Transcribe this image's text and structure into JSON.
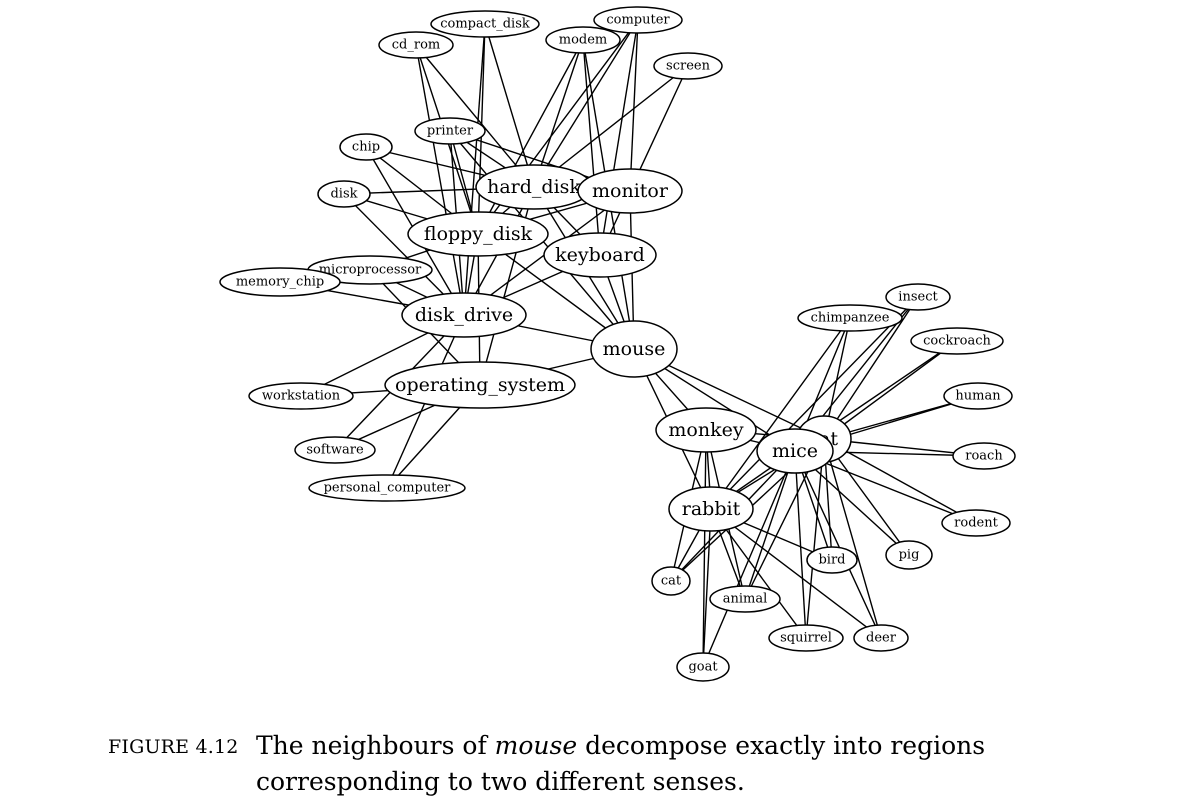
{
  "diagram": {
    "nodes": [
      {
        "id": "compact_disk",
        "label": "compact_disk",
        "size": "small"
      },
      {
        "id": "computer",
        "label": "computer",
        "size": "small"
      },
      {
        "id": "cd_rom",
        "label": "cd_rom",
        "size": "small"
      },
      {
        "id": "modem",
        "label": "modem",
        "size": "small"
      },
      {
        "id": "screen",
        "label": "screen",
        "size": "small"
      },
      {
        "id": "printer",
        "label": "printer",
        "size": "small"
      },
      {
        "id": "chip",
        "label": "chip",
        "size": "small"
      },
      {
        "id": "hard_disk",
        "label": "hard_disk",
        "size": "large"
      },
      {
        "id": "monitor",
        "label": "monitor",
        "size": "large"
      },
      {
        "id": "disk",
        "label": "disk",
        "size": "small"
      },
      {
        "id": "floppy_disk",
        "label": "floppy_disk",
        "size": "large"
      },
      {
        "id": "keyboard",
        "label": "keyboard",
        "size": "large"
      },
      {
        "id": "microprocessor",
        "label": "microprocessor",
        "size": "small"
      },
      {
        "id": "memory_chip",
        "label": "memory_chip",
        "size": "small"
      },
      {
        "id": "disk_drive",
        "label": "disk_drive",
        "size": "large"
      },
      {
        "id": "mouse",
        "label": "mouse",
        "size": "large"
      },
      {
        "id": "operating_system",
        "label": "operating_system",
        "size": "large"
      },
      {
        "id": "workstation",
        "label": "workstation",
        "size": "small"
      },
      {
        "id": "software",
        "label": "software",
        "size": "small"
      },
      {
        "id": "personal_computer",
        "label": "personal_computer",
        "size": "small"
      },
      {
        "id": "insect",
        "label": "insect",
        "size": "small"
      },
      {
        "id": "chimpanzee",
        "label": "chimpanzee",
        "size": "small"
      },
      {
        "id": "cockroach",
        "label": "cockroach",
        "size": "small"
      },
      {
        "id": "human",
        "label": "human",
        "size": "small"
      },
      {
        "id": "monkey",
        "label": "monkey",
        "size": "large"
      },
      {
        "id": "rat",
        "label": "rat",
        "size": "large"
      },
      {
        "id": "mice",
        "label": "mice",
        "size": "large"
      },
      {
        "id": "roach",
        "label": "roach",
        "size": "small"
      },
      {
        "id": "rabbit",
        "label": "rabbit",
        "size": "large"
      },
      {
        "id": "rodent",
        "label": "rodent",
        "size": "small"
      },
      {
        "id": "pig",
        "label": "pig",
        "size": "small"
      },
      {
        "id": "bird",
        "label": "bird",
        "size": "small"
      },
      {
        "id": "cat",
        "label": "cat",
        "size": "small"
      },
      {
        "id": "animal",
        "label": "animal",
        "size": "small"
      },
      {
        "id": "squirrel",
        "label": "squirrel",
        "size": "small"
      },
      {
        "id": "deer",
        "label": "deer",
        "size": "small"
      },
      {
        "id": "goat",
        "label": "goat",
        "size": "small"
      }
    ],
    "edges": [
      [
        "mouse",
        "disk_drive"
      ],
      [
        "mouse",
        "operating_system"
      ],
      [
        "mouse",
        "keyboard"
      ],
      [
        "mouse",
        "monitor"
      ],
      [
        "mouse",
        "hard_disk"
      ],
      [
        "mouse",
        "floppy_disk"
      ],
      [
        "mouse",
        "printer"
      ],
      [
        "mouse",
        "modem"
      ],
      [
        "mouse",
        "monkey"
      ],
      [
        "mouse",
        "rat"
      ],
      [
        "mouse",
        "mice"
      ],
      [
        "mouse",
        "rabbit"
      ],
      [
        "cd_rom",
        "hard_disk"
      ],
      [
        "cd_rom",
        "floppy_disk"
      ],
      [
        "cd_rom",
        "disk_drive"
      ],
      [
        "compact_disk",
        "hard_disk"
      ],
      [
        "compact_disk",
        "disk_drive"
      ],
      [
        "compact_disk",
        "floppy_disk"
      ],
      [
        "modem",
        "hard_disk"
      ],
      [
        "modem",
        "keyboard"
      ],
      [
        "modem",
        "floppy_disk"
      ],
      [
        "computer",
        "hard_disk"
      ],
      [
        "computer",
        "keyboard"
      ],
      [
        "computer",
        "monitor"
      ],
      [
        "computer",
        "floppy_disk"
      ],
      [
        "screen",
        "monitor"
      ],
      [
        "screen",
        "hard_disk"
      ],
      [
        "printer",
        "hard_disk"
      ],
      [
        "printer",
        "monitor"
      ],
      [
        "printer",
        "disk_drive"
      ],
      [
        "printer",
        "floppy_disk"
      ],
      [
        "chip",
        "hard_disk"
      ],
      [
        "chip",
        "disk_drive"
      ],
      [
        "chip",
        "floppy_disk"
      ],
      [
        "disk",
        "hard_disk"
      ],
      [
        "disk",
        "disk_drive"
      ],
      [
        "disk",
        "floppy_disk"
      ],
      [
        "hard_disk",
        "floppy_disk"
      ],
      [
        "hard_disk",
        "disk_drive"
      ],
      [
        "hard_disk",
        "operating_system"
      ],
      [
        "hard_disk",
        "keyboard"
      ],
      [
        "monitor",
        "floppy_disk"
      ],
      [
        "monitor",
        "keyboard"
      ],
      [
        "monitor",
        "disk_drive"
      ],
      [
        "floppy_disk",
        "disk_drive"
      ],
      [
        "floppy_disk",
        "microprocessor"
      ],
      [
        "floppy_disk",
        "operating_system"
      ],
      [
        "keyboard",
        "disk_drive"
      ],
      [
        "microprocessor",
        "memory_chip"
      ],
      [
        "microprocessor",
        "disk_drive"
      ],
      [
        "microprocessor",
        "operating_system"
      ],
      [
        "memory_chip",
        "disk_drive"
      ],
      [
        "disk_drive",
        "workstation"
      ],
      [
        "disk_drive",
        "software"
      ],
      [
        "disk_drive",
        "personal_computer"
      ],
      [
        "operating_system",
        "software"
      ],
      [
        "operating_system",
        "personal_computer"
      ],
      [
        "operating_system",
        "workstation"
      ],
      [
        "monkey",
        "mice"
      ],
      [
        "monkey",
        "rat"
      ],
      [
        "monkey",
        "rabbit"
      ],
      [
        "monkey",
        "cat"
      ],
      [
        "monkey",
        "animal"
      ],
      [
        "monkey",
        "goat"
      ],
      [
        "chimpanzee",
        "mice"
      ],
      [
        "chimpanzee",
        "rat"
      ],
      [
        "chimpanzee",
        "rabbit"
      ],
      [
        "insect",
        "rat"
      ],
      [
        "insect",
        "mice"
      ],
      [
        "insect",
        "rabbit"
      ],
      [
        "cockroach",
        "rat"
      ],
      [
        "cockroach",
        "mice"
      ],
      [
        "human",
        "rat"
      ],
      [
        "human",
        "mice"
      ],
      [
        "roach",
        "rat"
      ],
      [
        "roach",
        "mice"
      ],
      [
        "rodent",
        "rat"
      ],
      [
        "rodent",
        "mice"
      ],
      [
        "rat",
        "mice"
      ],
      [
        "rat",
        "rabbit"
      ],
      [
        "rat",
        "bird"
      ],
      [
        "rat",
        "pig"
      ],
      [
        "rat",
        "deer"
      ],
      [
        "rat",
        "squirrel"
      ],
      [
        "rat",
        "cat"
      ],
      [
        "rat",
        "animal"
      ],
      [
        "mice",
        "rabbit"
      ],
      [
        "mice",
        "bird"
      ],
      [
        "mice",
        "pig"
      ],
      [
        "mice",
        "deer"
      ],
      [
        "mice",
        "squirrel"
      ],
      [
        "mice",
        "cat"
      ],
      [
        "mice",
        "animal"
      ],
      [
        "mice",
        "goat"
      ],
      [
        "rabbit",
        "cat"
      ],
      [
        "rabbit",
        "animal"
      ],
      [
        "rabbit",
        "squirrel"
      ],
      [
        "rabbit",
        "deer"
      ],
      [
        "rabbit",
        "goat"
      ],
      [
        "rabbit",
        "bird"
      ]
    ]
  },
  "caption": {
    "number": "FIGURE 4.12",
    "before": "The neighbours of ",
    "emphasis": "mouse",
    "after": " decompose exactly into regions corresponding to two different senses."
  }
}
